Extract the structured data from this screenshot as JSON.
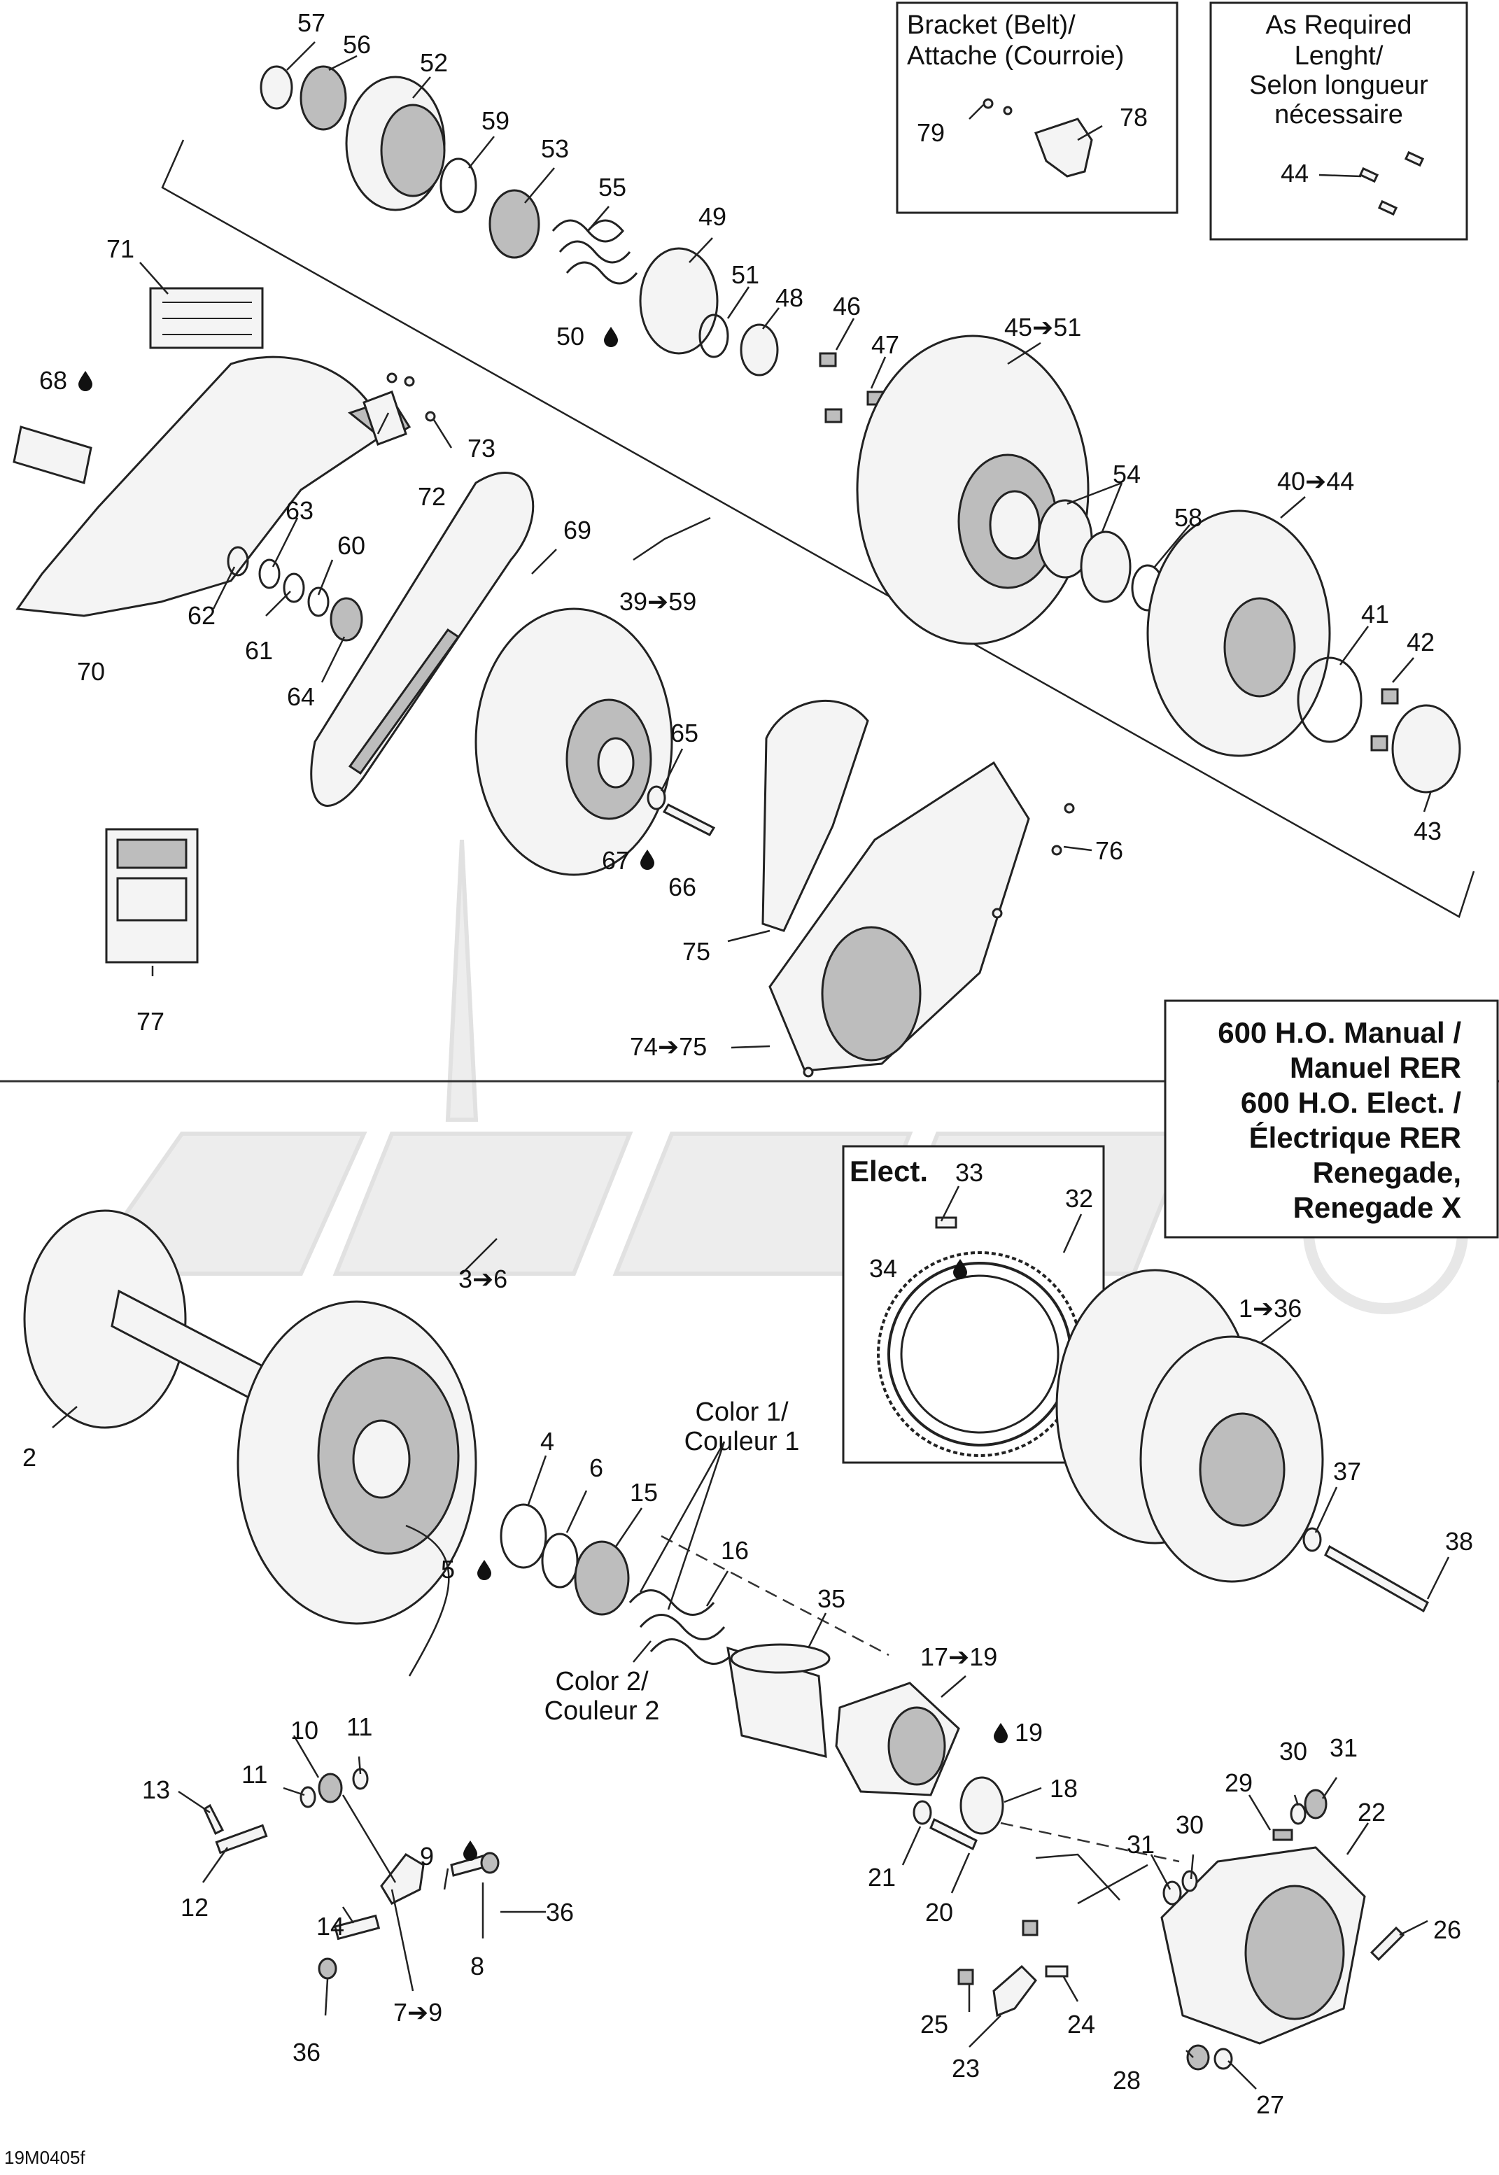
{
  "drawing_code": "19M0405f",
  "boxes": {
    "bracket": {
      "line1": "Bracket (Belt)/",
      "line2": "Attache (Courroie)"
    },
    "required": {
      "line1": "As Required",
      "line2": "Lenght/",
      "line3": "Selon longueur",
      "line4": "nécessaire"
    },
    "models": {
      "line1": "600 H.O. Manual /",
      "line2": "Manuel RER",
      "line3": "600 H.O. Elect. /",
      "line4": "Électrique RER",
      "line5": "Renegade,",
      "line6": "Renegade X"
    },
    "elect": {
      "title": "Elect."
    }
  },
  "color_notes": {
    "color1_line1": "Color 1/",
    "color1_line2": "Couleur 1",
    "color2_line1": "Color 2/",
    "color2_line2": "Couleur 2"
  },
  "labels": {
    "p57": "57",
    "p56": "56",
    "p52": "52",
    "p59": "59",
    "p53": "53",
    "p55": "55",
    "p49": "49",
    "p51": "51",
    "p48": "48",
    "p46": "46",
    "p47": "47",
    "p50": "50",
    "p45r": "45➔51",
    "p79": "79",
    "p78": "78",
    "p44": "44",
    "p71": "71",
    "p68": "68",
    "p73": "73",
    "p72": "72",
    "p70": "70",
    "p62": "62",
    "p63": "63",
    "p61": "61",
    "p60": "60",
    "p64": "64",
    "p69": "69",
    "p39r": "39➔59",
    "p54": "54",
    "p40r": "40➔44",
    "p58": "58",
    "p41": "41",
    "p42": "42",
    "p43": "43",
    "p65": "65",
    "p67": "67",
    "p66": "66",
    "p76": "76",
    "p75": "75",
    "p74r": "74➔75",
    "p77": "77",
    "p2": "2",
    "p3r": "3➔6",
    "p4": "4",
    "p6": "6",
    "p15": "15",
    "p5": "5",
    "p16": "16",
    "p35": "35",
    "p33": "33",
    "p32": "32",
    "p34": "34",
    "p1r": "1➔36",
    "p37": "37",
    "p38": "38",
    "p17r": "17➔19",
    "p19": "19",
    "p18": "18",
    "p10": "10",
    "p11a": "11",
    "p11b": "11",
    "p13": "13",
    "p12": "12",
    "p9": "9",
    "p36a": "36",
    "p14": "14",
    "p8": "8",
    "p7r": "7➔9",
    "p36b": "36",
    "p21": "21",
    "p20": "20",
    "p29": "29",
    "p30a": "30",
    "p31a": "31",
    "p22": "22",
    "p31b": "31",
    "p30b": "30",
    "p25": "25",
    "p24": "24",
    "p23": "23",
    "p26": "26",
    "p28": "28",
    "p27": "27"
  },
  "colors": {
    "ink": "#111111",
    "part_fill": "#f4f4f4",
    "shade": "#bdbdbd",
    "watermark": "#ececec"
  },
  "icons": [
    "drop-icon"
  ]
}
